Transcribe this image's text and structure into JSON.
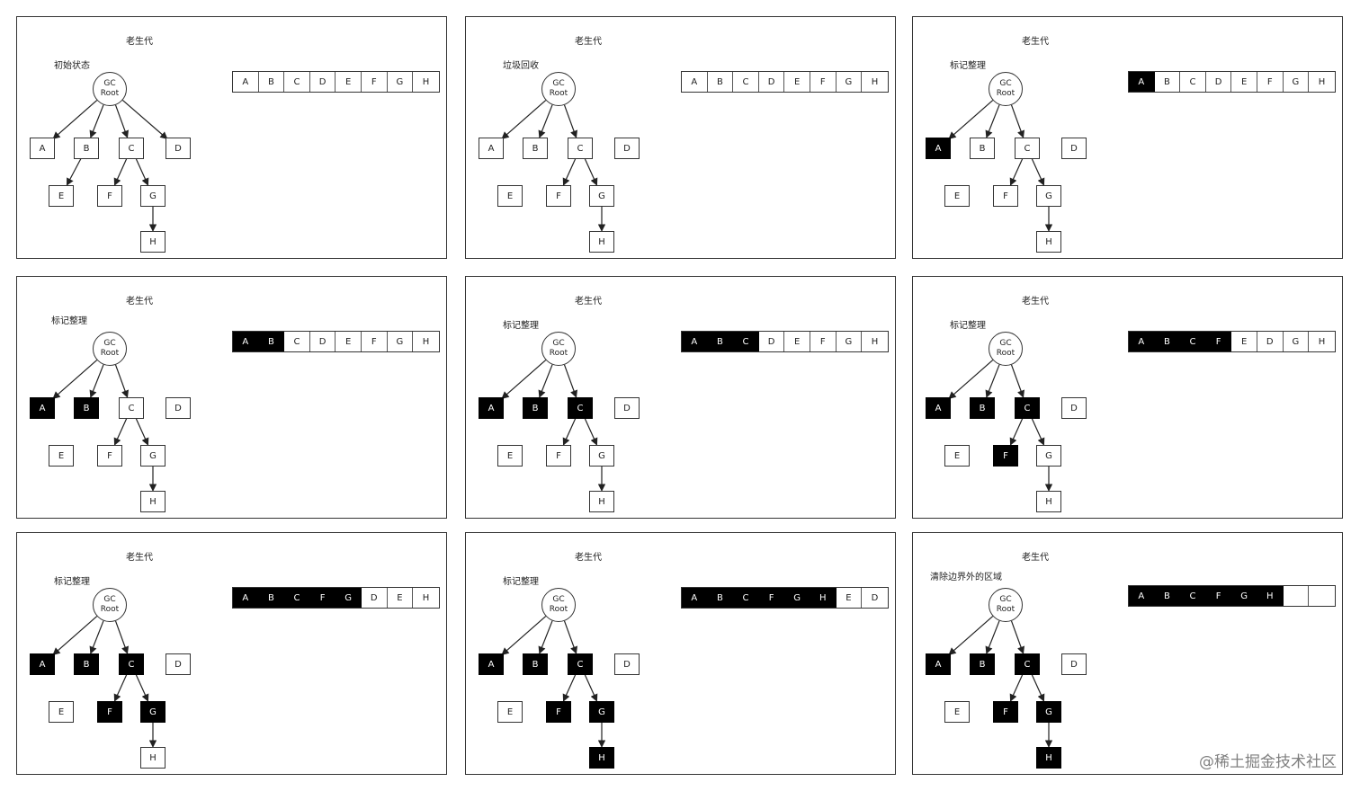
{
  "watermark": "@稀土掘金技术社区",
  "root_label": [
    "GC",
    "Root"
  ],
  "panels": [
    {
      "title": "老生代",
      "label": "初始状态",
      "marked": [],
      "memory": [
        "A",
        "B",
        "C",
        "D",
        "E",
        "F",
        "G",
        "H"
      ],
      "memory_marked": 0
    },
    {
      "title": "老生代",
      "label": "垃圾回收",
      "marked": [],
      "memory": [
        "A",
        "B",
        "C",
        "D",
        "E",
        "F",
        "G",
        "H"
      ],
      "memory_marked": 0
    },
    {
      "title": "老生代",
      "label": "标记整理",
      "marked": [
        "A"
      ],
      "memory": [
        "A",
        "B",
        "C",
        "D",
        "E",
        "F",
        "G",
        "H"
      ],
      "memory_marked": 1
    },
    {
      "title": "老生代",
      "label": "标记整理",
      "marked": [
        "A",
        "B"
      ],
      "memory": [
        "A",
        "B",
        "C",
        "D",
        "E",
        "F",
        "G",
        "H"
      ],
      "memory_marked": 2
    },
    {
      "title": "老生代",
      "label": "标记整理",
      "marked": [
        "A",
        "B",
        "C"
      ],
      "memory": [
        "A",
        "B",
        "C",
        "D",
        "E",
        "F",
        "G",
        "H"
      ],
      "memory_marked": 3
    },
    {
      "title": "老生代",
      "label": "标记整理",
      "marked": [
        "A",
        "B",
        "C",
        "F"
      ],
      "memory": [
        "A",
        "B",
        "C",
        "F",
        "E",
        "D",
        "G",
        "H"
      ],
      "memory_marked": 4
    },
    {
      "title": "老生代",
      "label": "标记整理",
      "marked": [
        "A",
        "B",
        "C",
        "F",
        "G"
      ],
      "memory": [
        "A",
        "B",
        "C",
        "F",
        "G",
        "D",
        "E",
        "H"
      ],
      "memory_marked": 5
    },
    {
      "title": "老生代",
      "label": "标记整理",
      "marked": [
        "A",
        "B",
        "C",
        "F",
        "G",
        "H"
      ],
      "memory": [
        "A",
        "B",
        "C",
        "F",
        "G",
        "H",
        "E",
        "D"
      ],
      "memory_marked": 6
    },
    {
      "title": "老生代",
      "label": "清除边界外的区域",
      "marked": [
        "A",
        "B",
        "C",
        "F",
        "G",
        "H"
      ],
      "memory": [
        "A",
        "B",
        "C",
        "F",
        "G",
        "H",
        "",
        ""
      ],
      "memory_marked": 6
    }
  ]
}
